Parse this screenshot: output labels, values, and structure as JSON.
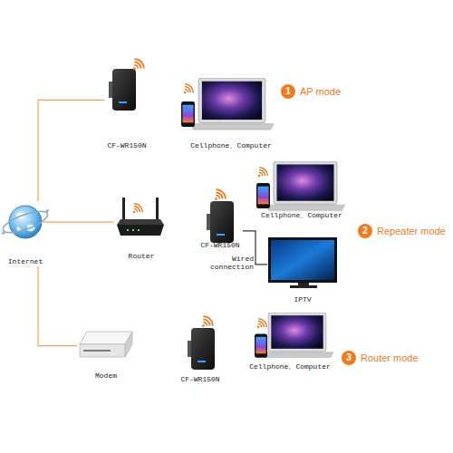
{
  "diagram": {
    "nodes": [
      {
        "text": [
          "CF-WR150N"
        ]
      },
      {
        "text": [
          "Cellphone、Computer"
        ]
      },
      {
        "text": [
          "Internet"
        ]
      },
      {
        "text": [
          "Router"
        ]
      },
      {
        "text": [
          "CF-WR150N"
        ]
      },
      {
        "text": [
          "Cellphone、Computer"
        ]
      },
      {
        "text": [
          "IPTV"
        ]
      },
      {
        "text": [
          "Modem"
        ]
      },
      {
        "text": [
          "CF-WR150N"
        ]
      },
      {
        "text": [
          "Cellphone、Computer"
        ]
      }
    ],
    "edges": [
      {
        "from": 2,
        "to": 0,
        "arrow": "none"
      },
      {
        "from": 2,
        "to": 3,
        "arrow": "none"
      },
      {
        "from": 2,
        "to": 7,
        "arrow": "none"
      },
      {
        "from": 4,
        "to": 6,
        "label": "Wired connection",
        "arrow": "none"
      }
    ],
    "labels": [
      "1",
      "AP mode",
      "2",
      "Repeater mode",
      "3",
      "Router mode"
    ]
  }
}
